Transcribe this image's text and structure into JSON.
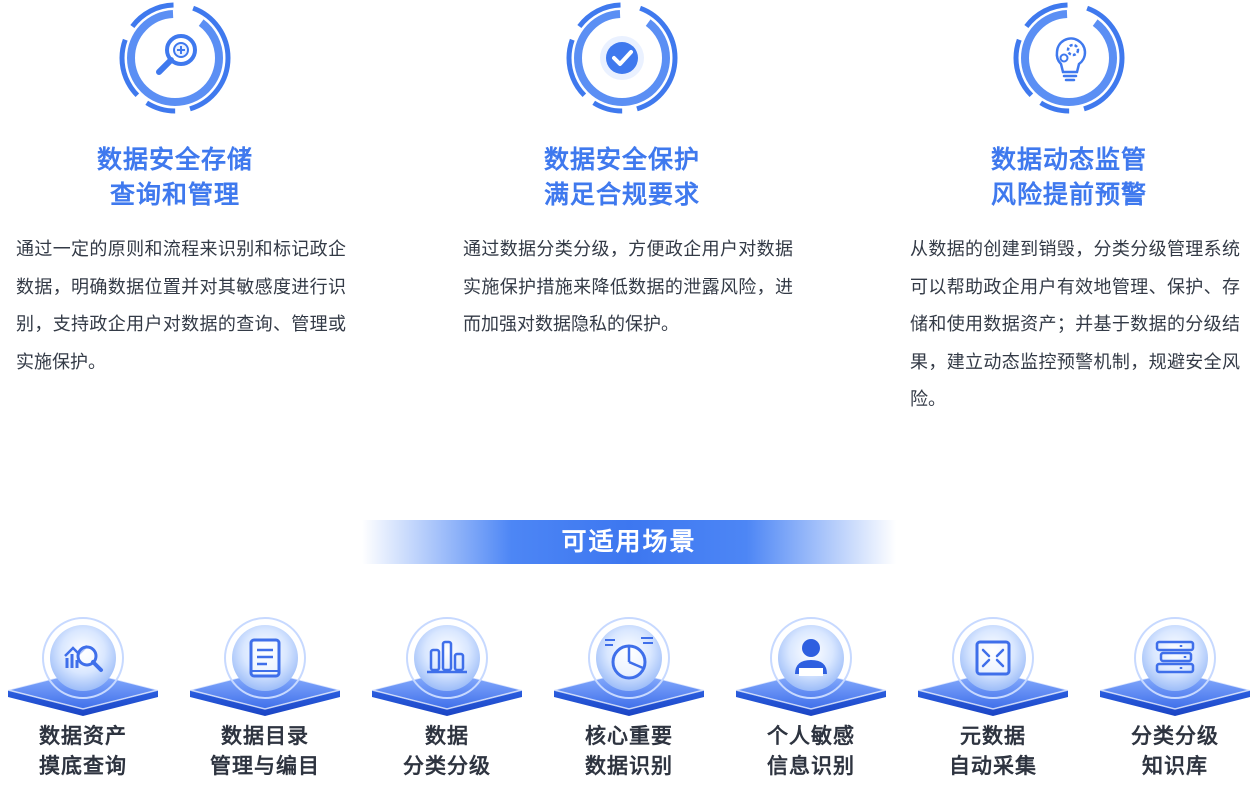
{
  "colors": {
    "accent": "#3f79ee",
    "accent_light": "#6fa0f7",
    "text_dark": "#333a46",
    "label_dark": "#2e3440"
  },
  "features": [
    {
      "icon": "magnifier-plus-icon",
      "title_line1": "数据安全存储",
      "title_line2": "查询和管理",
      "desc": "通过一定的原则和流程来识别和标记政企数据，明确数据位置并对其敏感度进行识别，支持政企用户对数据的查询、管理或实施保护。"
    },
    {
      "icon": "check-circle-icon",
      "title_line1": "数据安全保护",
      "title_line2": "满足合规要求",
      "desc": "通过数据分类分级，方便政企用户对数据实施保护措施来降低数据的泄露风险，进而加强对数据隐私的保护。"
    },
    {
      "icon": "lightbulb-gear-icon",
      "title_line1": "数据动态监管",
      "title_line2": "风险提前预警",
      "desc": "从数据的创建到销毁，分类分级管理系统可以帮助政企用户有效地管理、保护、存储和使用数据资产；并基于数据的分级结果，建立动态监控预警机制，规避安全风险。"
    }
  ],
  "scenarios_title": "可适用场景",
  "scenarios": [
    {
      "icon": "chart-magnifier-icon",
      "line1": "数据资产",
      "line2": "摸底查询"
    },
    {
      "icon": "book-list-icon",
      "line1": "数据目录",
      "line2": "管理与编目"
    },
    {
      "icon": "bar-chart-icon",
      "line1": "数据",
      "line2": "分类分级"
    },
    {
      "icon": "pie-chart-icon",
      "line1": "核心重要",
      "line2": "数据识别"
    },
    {
      "icon": "person-icon",
      "line1": "个人敏感",
      "line2": "信息识别"
    },
    {
      "icon": "collect-frame-icon",
      "line1": "元数据",
      "line2": "自动采集"
    },
    {
      "icon": "bookshelf-icon",
      "line1": "分类分级",
      "line2": "知识库"
    }
  ]
}
